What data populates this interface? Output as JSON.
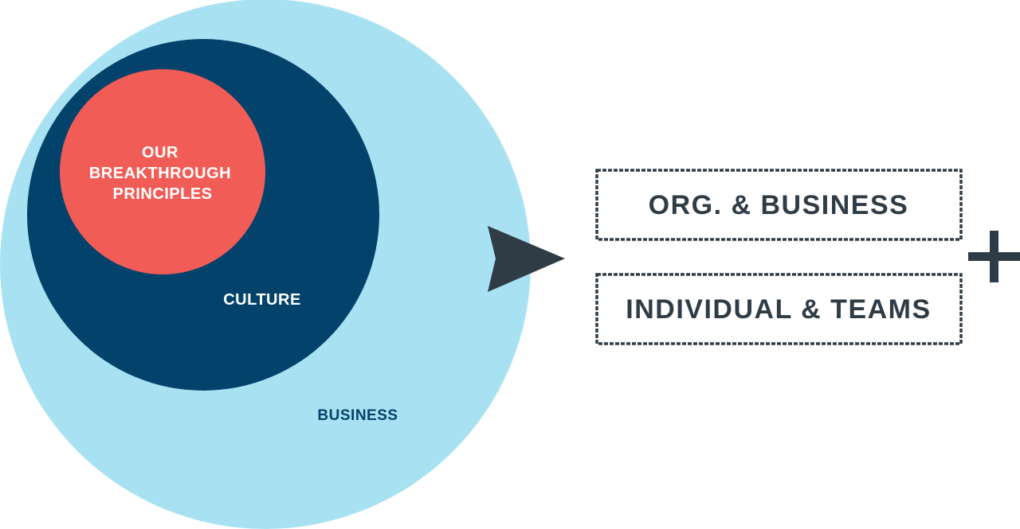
{
  "circles": {
    "principles": [
      "OUR",
      "BREAKTHROUGH",
      "PRINCIPLES"
    ],
    "culture": "CULTURE",
    "business": "BUSINESS"
  },
  "outcomes": {
    "box1": "ORG. & BUSINESS",
    "box2": "INDIVIDUAL & TEAMS"
  },
  "colors": {
    "business": "#a8e2f2",
    "culture": "#03426b",
    "principles": "#f25c56",
    "dark": "#2f3c45"
  }
}
